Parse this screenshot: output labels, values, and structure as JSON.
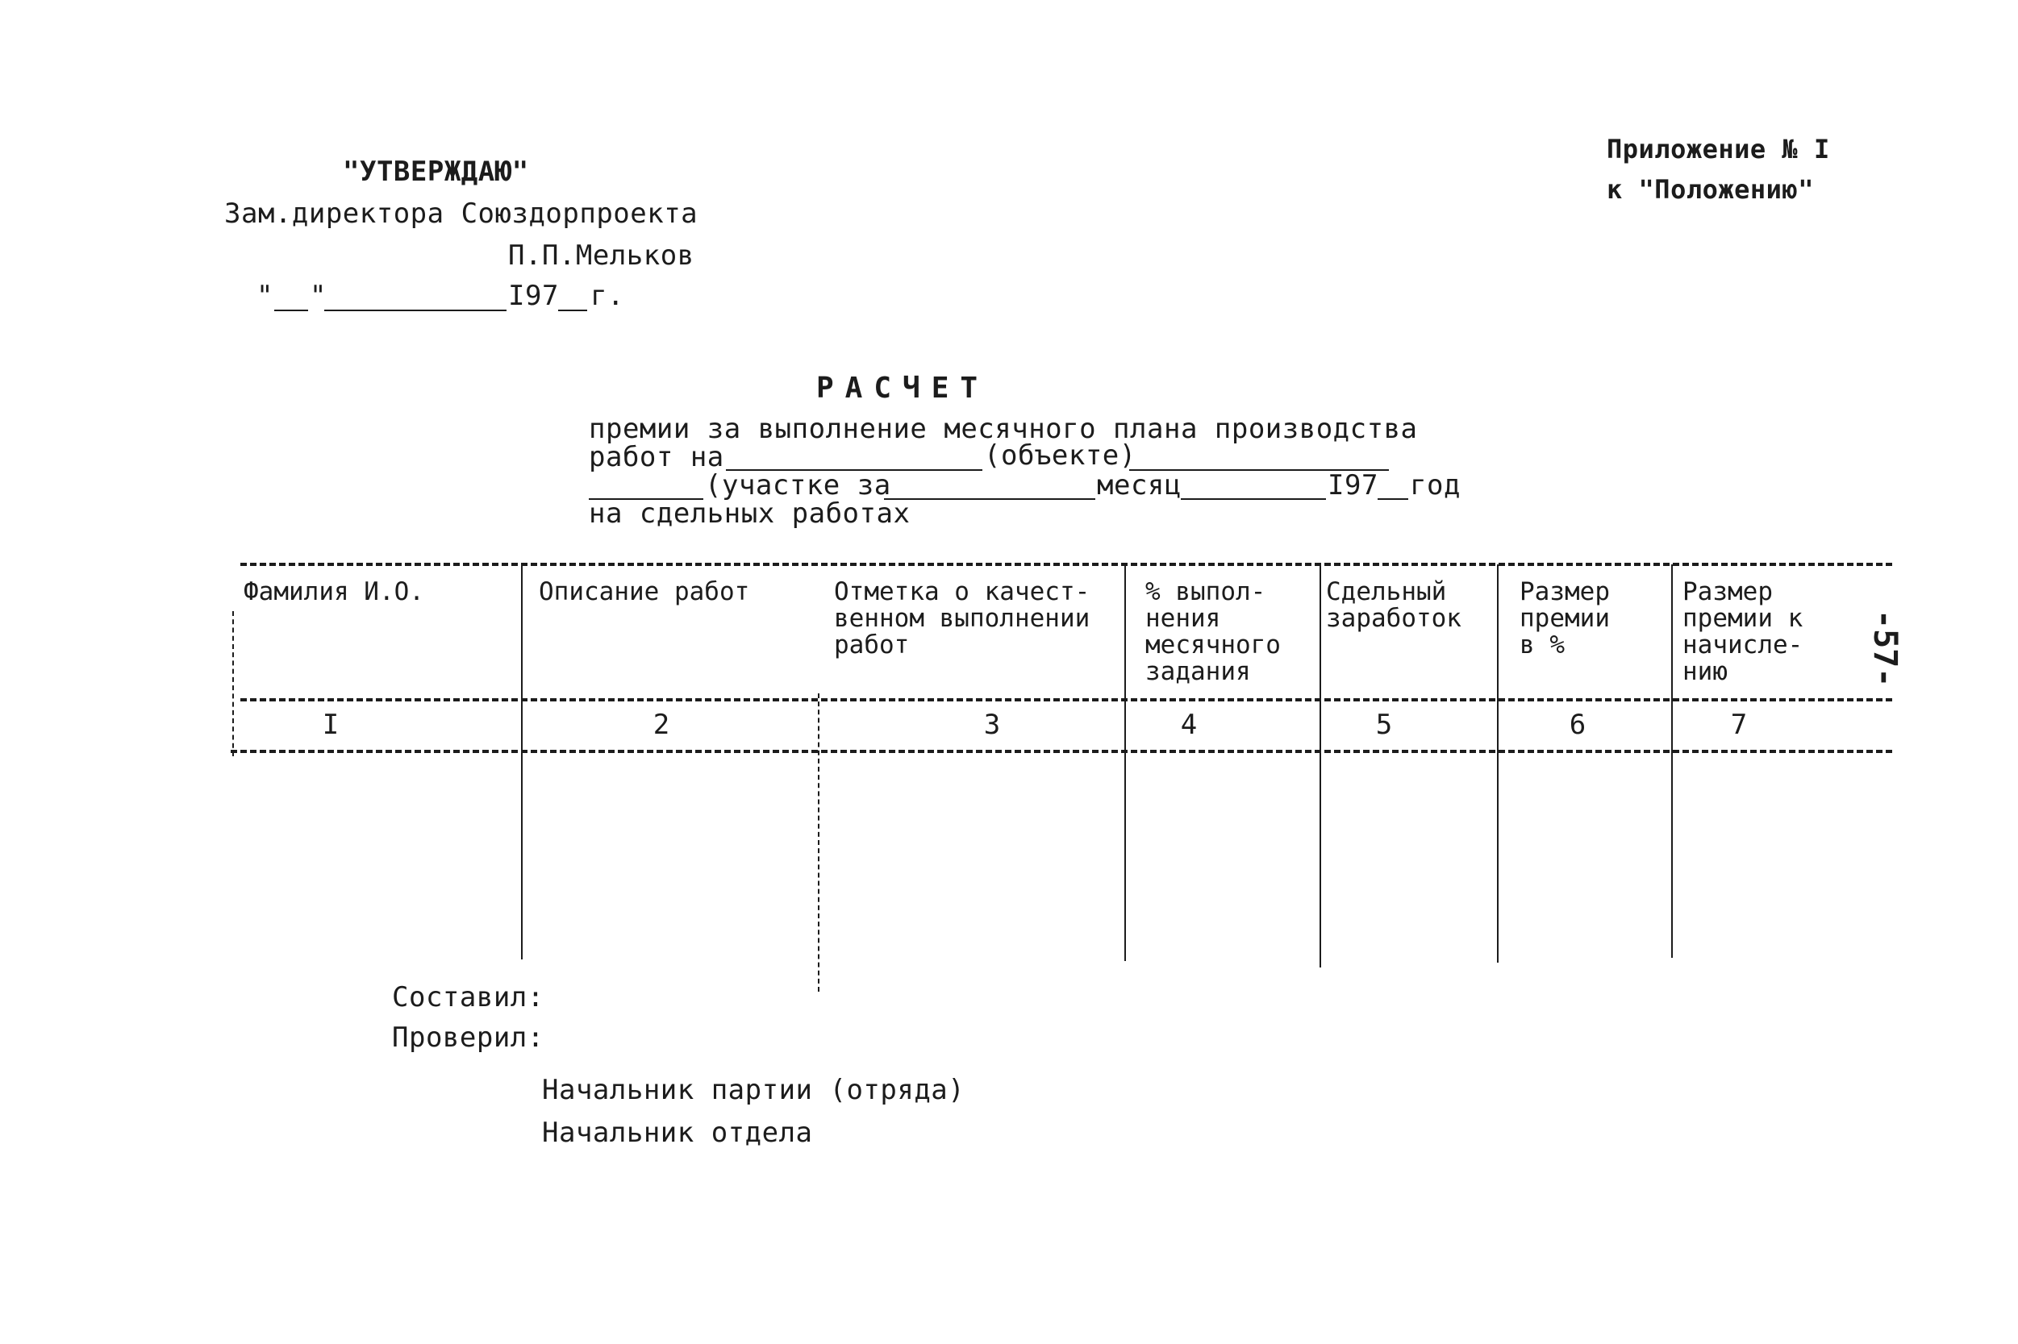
{
  "approval": {
    "stamp": "\"УТВЕРЖДАЮ\"",
    "position": "Зам.директора Союздорпроекта",
    "name": "П.П.Мельков",
    "date_open_quote": "\"",
    "date_mid_quote": "\"",
    "year": "I97",
    "year_suffix": "г."
  },
  "appendix": {
    "line1": "Приложение № I",
    "line2": "к \"Положению\""
  },
  "title": {
    "word": "РАСЧЕТ",
    "line1": "премии за выполнение месячного плана производства",
    "line2_a": "работ на",
    "line2_b": "(объекте)",
    "line3_a": "(участке за",
    "line3_b": "месяц",
    "line3_c": "I97",
    "line3_d": "год",
    "line4": "на сдельных работах"
  },
  "table": {
    "columns": [
      {
        "header": "Фамилия И.О.",
        "number": "I"
      },
      {
        "header": "Описание работ",
        "number": "2"
      },
      {
        "header": "Отметка о качест-\nвенном выполнении\nработ",
        "number": "3"
      },
      {
        "header": "% выпол-\nнения\nмесячного\nзадания",
        "number": "4"
      },
      {
        "header": "Сдельный\nзаработок",
        "number": "5"
      },
      {
        "header": "Размер\nпремии\nв %",
        "number": "6"
      },
      {
        "header": "Размер\nпремии к\nначисле-\nнию",
        "number": "7"
      }
    ]
  },
  "page_number": "-57-",
  "footer": {
    "compiled": "Составил:",
    "checked": "Проверил:",
    "chief_party": "Начальник партии (отряда)",
    "chief_dept": "Начальник отдела"
  }
}
